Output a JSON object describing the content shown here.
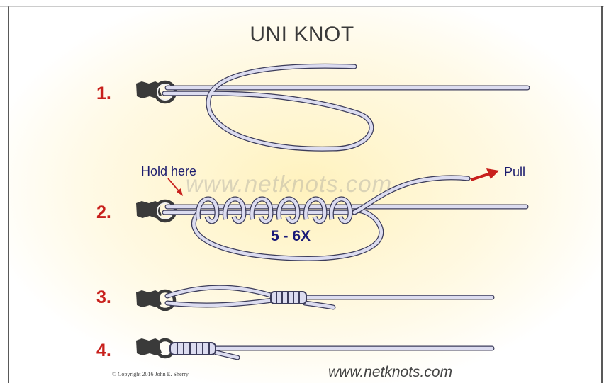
{
  "title": "UNI KNOT",
  "steps": [
    {
      "number": "1."
    },
    {
      "number": "2.",
      "hold_label": "Hold here",
      "pull_label": "Pull",
      "turns_label": "5 - 6X"
    },
    {
      "number": "3."
    },
    {
      "number": "4."
    }
  ],
  "watermark": "www.netknots.com",
  "footer": {
    "copyright": "© Copyright 2016 John E. Sherry",
    "url": "www.netknots.com"
  },
  "colors": {
    "line_fill": "#dcdcf0",
    "line_outline": "#3c3c5a",
    "ring": "#3a3a3a",
    "step_number": "#c8201c",
    "arrow": "#c8201c",
    "glow": "#fff4c4"
  },
  "icons": [
    "hook-eye-icon",
    "pull-arrow-icon",
    "pointer-arrow-icon"
  ]
}
